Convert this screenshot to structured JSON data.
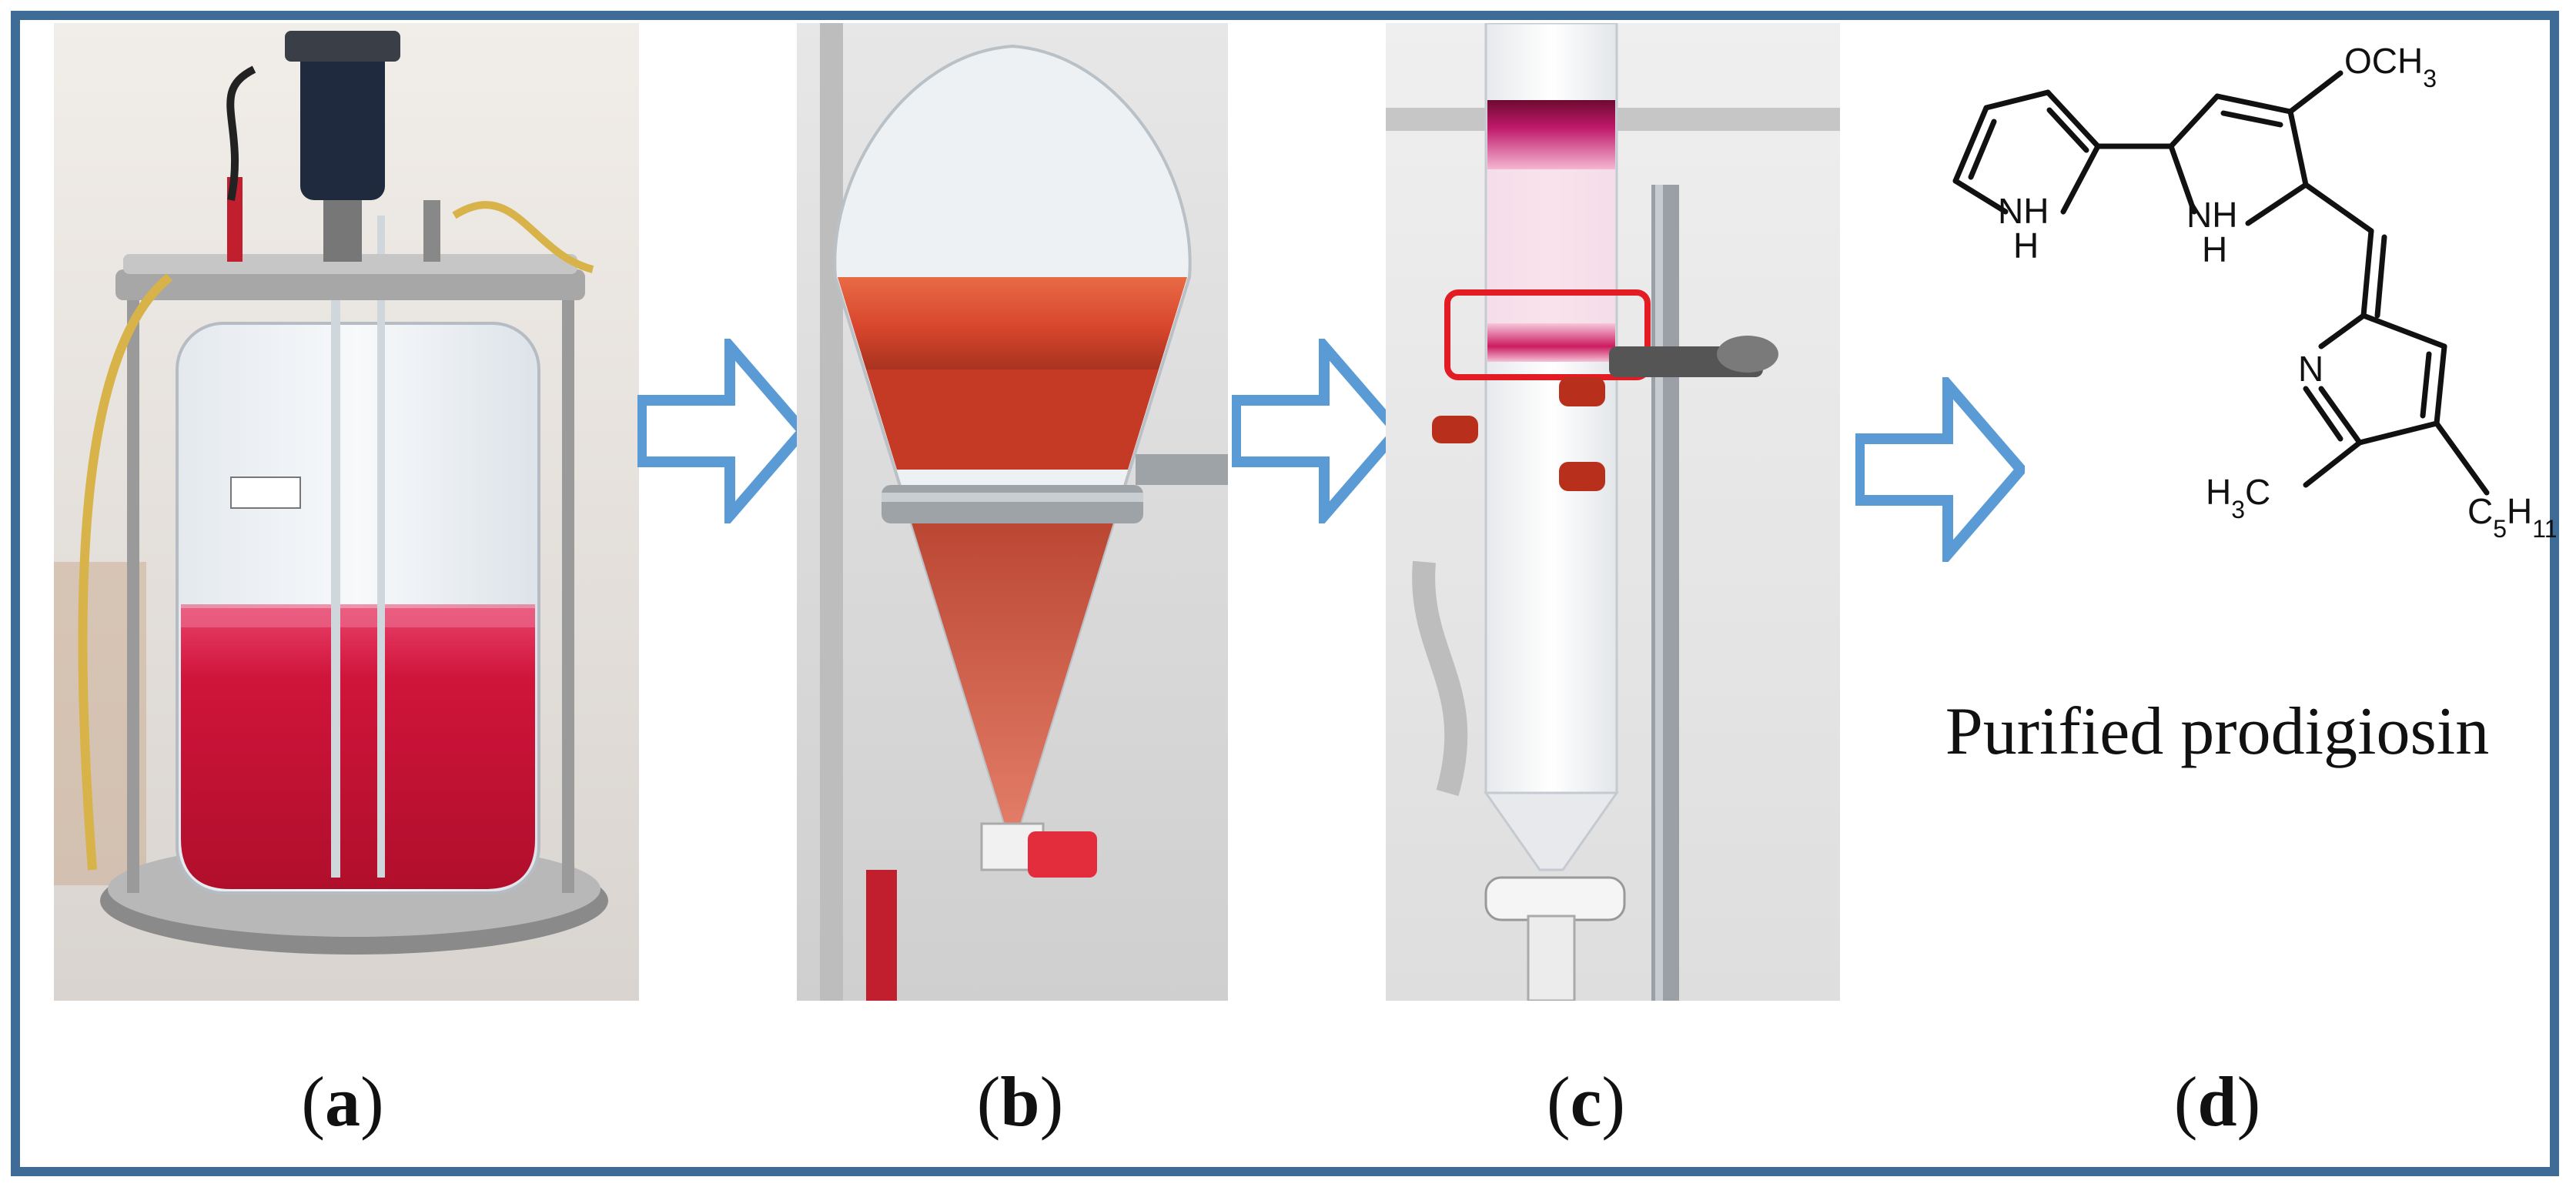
{
  "panels": {
    "a": {
      "label_open": "(",
      "label_letter": "a",
      "label_close": ")"
    },
    "b": {
      "label_open": "(",
      "label_letter": "b",
      "label_close": ")"
    },
    "c": {
      "label_open": "(",
      "label_letter": "c",
      "label_close": ")"
    },
    "d": {
      "label_open": "(",
      "label_letter": "d",
      "label_close": ")",
      "caption": "Purified prodigiosin",
      "structure_labels": {
        "nh1": "NH",
        "h1": "H",
        "nh2": "NH",
        "h2": "H",
        "n3": "N",
        "och3": "OCH3",
        "h3c": "H3C",
        "c5h11": "C5H11"
      }
    }
  },
  "colors": {
    "frame_border": "#3f6b97",
    "arrow_outline": "#5b9bd5",
    "pigment_red": "#d0143a",
    "highlight_box": "#e31b23"
  }
}
